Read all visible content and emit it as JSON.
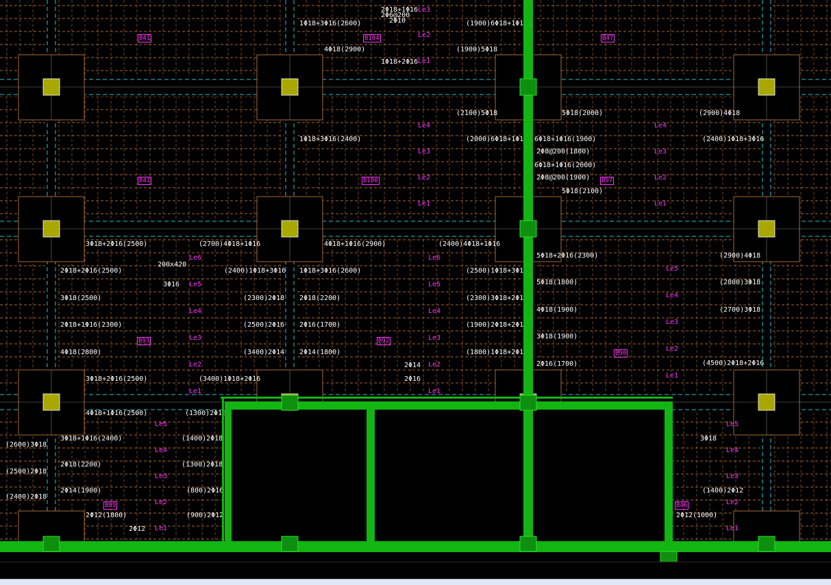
{
  "colors": {
    "background": "#000000",
    "grid_dash": "#c87a3a",
    "axis_cyan": "#20c8d8",
    "column_fill": "#a8a800",
    "column_outline": "#a56a3a",
    "selection_green": "#12b512",
    "label_white": "#ffffff",
    "label_magenta": "#ff33ff"
  },
  "beam_tags": [
    "B41",
    "B104",
    "B47",
    "B41",
    "B100",
    "B97",
    "B93",
    "B92",
    "B90",
    "B89",
    "B46"
  ],
  "labels": [
    "2Φ18+1Φ16",
    "2Φ6@200",
    "2Φ10",
    "1Φ18+3Φ16(2600)",
    "(1900)6Φ18+1Φ16",
    "4Φ18(2900)",
    "(1900)5Φ18",
    "1Φ18+2Φ16",
    "5Φ18(2000)",
    "(2900)4Φ18",
    "(2100)5Φ18",
    "1Φ18+3Φ16(2400)",
    "(2000)6Φ18+1Φ16",
    "6Φ18+1Φ16(1900)",
    "(2400)1Φ18+3Φ16",
    "2Φ8@200(1800)",
    "6Φ18+1Φ16(2000)",
    "2Φ8@200(1900)",
    "5Φ18(2100)",
    "3Φ18+2Φ16(2500)",
    "(2700)4Φ18+1Φ16",
    "4Φ18+1Φ16(2900)",
    "(2400)4Φ18+1Φ16",
    "200x420",
    "2Φ18+2Φ16(2500)",
    "(2400)1Φ18+3Φ16",
    "1Φ18+3Φ16(2600)",
    "(2500)1Φ18+3Φ16",
    "5Φ18+2Φ16(2300)",
    "(2900)4Φ18",
    "3Φ16",
    "5Φ18(1800)",
    "(2800)3Φ18",
    "3Φ18(2500)",
    "(2300)2Φ18",
    "2Φ18(2200)",
    "(2300)3Φ18+2Φ16",
    "4Φ18(1900)",
    "(2700)3Φ18",
    "2Φ18+1Φ16(2300)",
    "(2500)2Φ16",
    "2Φ16(1700)",
    "(1900)2Φ18+2Φ16",
    "3Φ18(1900)",
    "4Φ18(2800)",
    "(3400)2Φ14",
    "2Φ14(1800)",
    "(1800)1Φ18+2Φ16",
    "2Φ16(1700)",
    "(4500)2Φ18+2Φ16",
    "3Φ18+2Φ16(2500)",
    "(3400)1Φ18+2Φ16",
    "2Φ14",
    "2Φ16",
    "4Φ18+1Φ16(2500)",
    "(1300)2Φ18",
    "3Φ18+1Φ16(2400)",
    "(1400)2Φ18",
    "(2600)3Φ18",
    "2Φ18(2200)",
    "(1300)2Φ18",
    "(2500)2Φ18",
    "2Φ14(1900)",
    "(800)2Φ16",
    "(2400)2Φ18",
    "2Φ12(1800)",
    "(900)2Φ12",
    "2Φ12",
    "3Φ18",
    "(1400)2Φ12",
    "2Φ12(1000)"
  ],
  "stirrup_marks": [
    "Le1",
    "Le2",
    "Le3",
    "Le4",
    "Le5",
    "Le6"
  ],
  "command_line": "",
  "status_text": ""
}
